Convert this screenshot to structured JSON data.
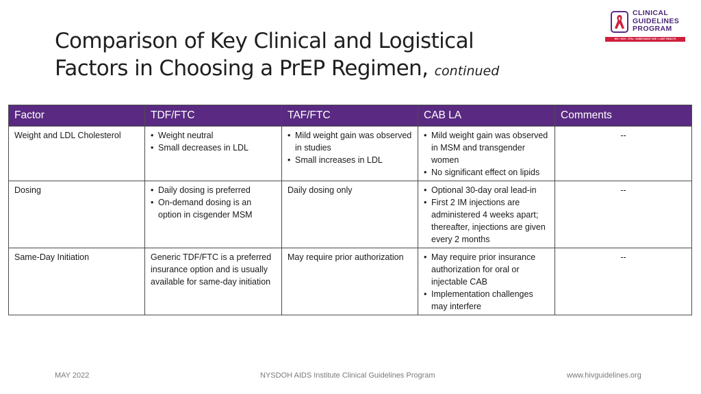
{
  "title": {
    "line1": "Comparison of Key Clinical and Logistical",
    "line2": "Factors in Choosing a PrEP Regimen,",
    "suffix": "continued"
  },
  "logo": {
    "line1": "CLINICAL",
    "line2": "GUIDELINES",
    "line3": "PROGRAM",
    "tagline": "HIV • HCV • STIs • SUBSTANCE USE • LGBT HEALTH",
    "colors": {
      "purple": "#4b2677",
      "red": "#cf1f3c"
    }
  },
  "table": {
    "headers": [
      "Factor",
      "TDF/FTC",
      "TAF/FTC",
      "CAB LA",
      "Comments"
    ],
    "header_bg": "#5a2a82",
    "rows": [
      {
        "factor": "Weight and LDL Cholesterol",
        "tdf": [
          "Weight neutral",
          "Small decreases in LDL"
        ],
        "taf": [
          "Mild weight gain was observed in studies",
          "Small increases in LDL"
        ],
        "cab": [
          "Mild weight gain was observed in MSM and transgender women",
          "No significant effect on lipids"
        ],
        "comments": "--"
      },
      {
        "factor": "Dosing",
        "tdf": [
          "Daily dosing is preferred",
          "On-demand dosing is an option in cisgender MSM"
        ],
        "taf_text": "Daily dosing only",
        "cab": [
          "Optional 30-day oral lead-in",
          "First 2 IM injections are administered 4 weeks apart; thereafter, injections are given every 2 months"
        ],
        "comments": "--"
      },
      {
        "factor": "Same-Day Initiation",
        "tdf_text": "Generic TDF/FTC is a preferred insurance option and is usually available for same-day initiation",
        "taf_text": "May require prior authorization",
        "cab": [
          "May require prior insurance authorization for oral or injectable CAB",
          "Implementation challenges may interfere"
        ],
        "comments": "--"
      }
    ]
  },
  "footer": {
    "date": "MAY 2022",
    "org": "NYSDOH AIDS Institute Clinical Guidelines Program",
    "url": "www.hivguidelines.org"
  }
}
